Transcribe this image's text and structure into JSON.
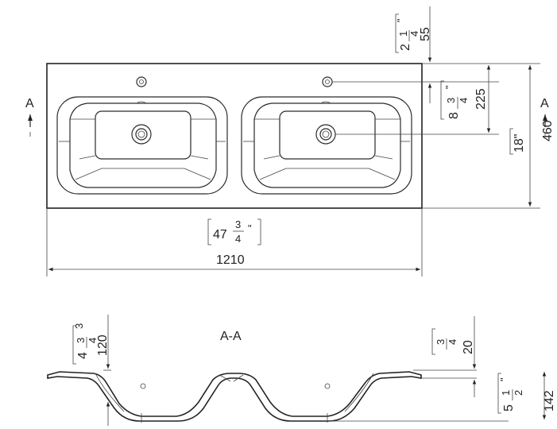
{
  "top_view": {
    "section_marker": "A",
    "width_mm": "1210",
    "width_in_whole": "47",
    "width_in_num": "3",
    "width_in_den": "4",
    "inch_mark": "\"",
    "depth_mm": "460",
    "depth_in": "18\"",
    "drain_offset_mm": "225",
    "drain_offset_in_whole": "8",
    "drain_offset_in_num": "3",
    "drain_offset_in_den": "4",
    "tap_offset_mm": "55",
    "tap_offset_in_whole": "2",
    "tap_offset_in_num": "1",
    "tap_offset_in_den": "4"
  },
  "section_view": {
    "title": "A-A",
    "height_mm": "120",
    "height_in_whole": "4",
    "height_in_num": "3",
    "height_in_den": "4",
    "lip_mm": "20",
    "lip_in_num": "3",
    "lip_in_den": "4",
    "total_mm": "142",
    "total_in_whole": "5",
    "total_in_num": "1",
    "total_in_den": "2"
  }
}
